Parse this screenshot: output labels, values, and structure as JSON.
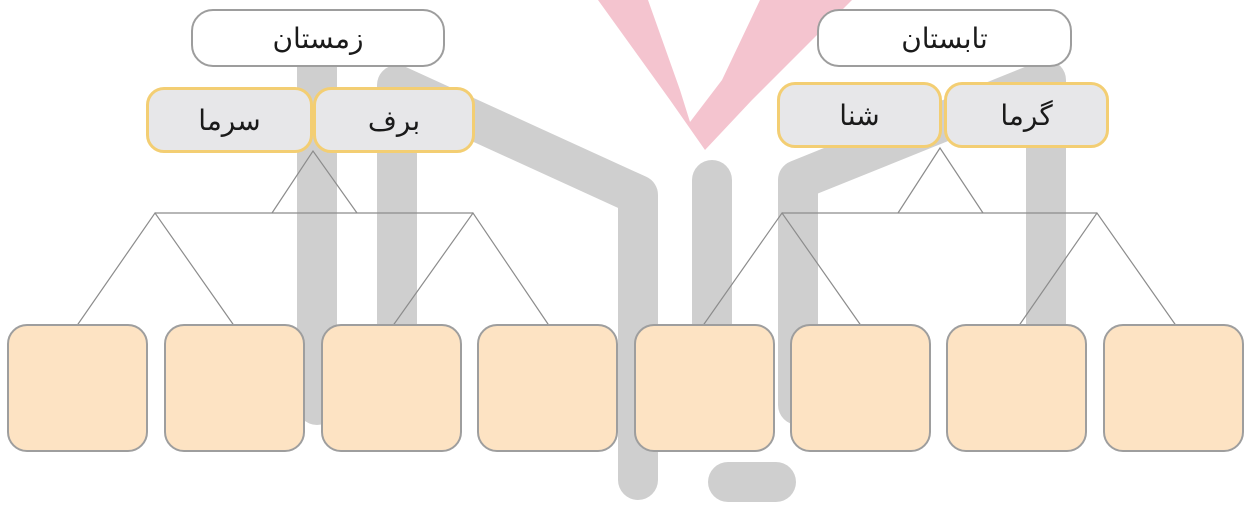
{
  "groups": [
    {
      "title": "زمستان",
      "concepts": [
        "برف",
        "سرما"
      ]
    },
    {
      "title": "تابستان",
      "concepts": [
        "گرما",
        "شنا"
      ]
    }
  ],
  "leaves": [
    "",
    "",
    "",
    "",
    "",
    "",
    "",
    ""
  ],
  "colors": {
    "title_border": "#9d9d9d",
    "concept_fill": "#e7e7e9",
    "concept_border": "#f3ce73",
    "leaf_fill": "#fde3c3",
    "leaf_border": "#9e9e9e",
    "connector": "#8c8c8c",
    "watermark_gray": "#cfcfcf",
    "watermark_pink": "#f4c4cf"
  }
}
